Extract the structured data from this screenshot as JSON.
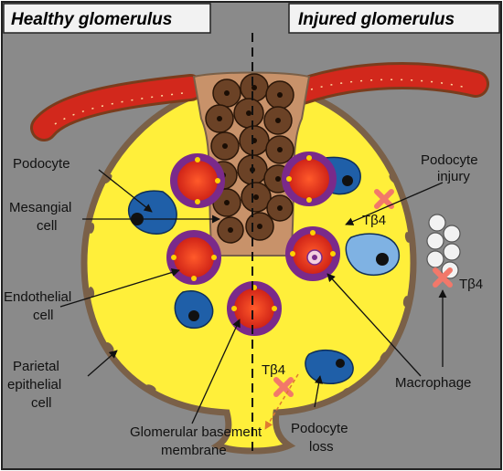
{
  "headers": {
    "left": "Healthy glomerulus",
    "right": "Injured glomerulus"
  },
  "labels": {
    "podocyte": "Podocyte",
    "mesangial_1": "Mesangial",
    "mesangial_2": "cell",
    "endothelial_1": "Endothelial",
    "endothelial_2": "cell",
    "parietal_1": "Parietal",
    "parietal_2": "epithelial",
    "parietal_3": "cell",
    "gbm_1": "Glomerular basement",
    "gbm_2": "membrane",
    "podocyte_injury_1": "Podocyte",
    "podocyte_injury_2": "injury",
    "macrophage": "Macrophage",
    "podocyte_loss_1": "Podocyte",
    "podocyte_loss_2": "loss",
    "tb4_a": "Tβ4",
    "tb4_b": "Tβ4",
    "tb4_c": "Tβ4"
  },
  "colors": {
    "background": "#8a8a8a",
    "capsule_fill": "#ffef3a",
    "capsule_wall": "#7a6048",
    "mesangium": "#c8926a",
    "mesangial_cell": "#6b4226",
    "podocyte_dark": "#1f5fa8",
    "podocyte_light": "#7fb2e3",
    "gbm": "#7a2a8a",
    "capillary": "#e03020",
    "vessel": "#d2281c",
    "inhibit_x": "#f2786a"
  },
  "icons": [
    "inhibition-x-icon",
    "macrophage-cell-icon"
  ]
}
